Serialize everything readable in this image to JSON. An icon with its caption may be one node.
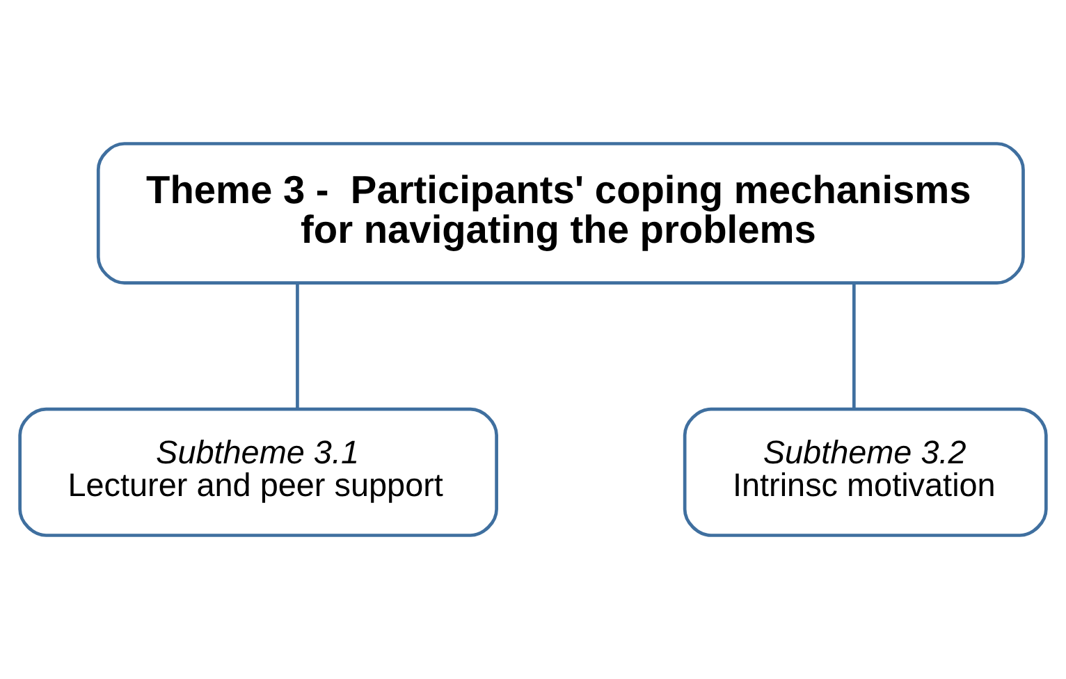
{
  "diagram": {
    "nodes": [
      {
        "text": [
          "Theme 3 -  Participants' coping mechanisms for navigating the problems"
        ]
      },
      {
        "text": [
          "Subtheme 3.1",
          "Lecturer and peer support"
        ]
      },
      {
        "text": [
          "Subtheme 3.2",
          "Intrinsc motivation"
        ]
      }
    ],
    "edges": [
      {
        "from": 0,
        "to": 1,
        "arrow": "none"
      },
      {
        "from": 0,
        "to": 2,
        "arrow": "none"
      }
    ]
  }
}
